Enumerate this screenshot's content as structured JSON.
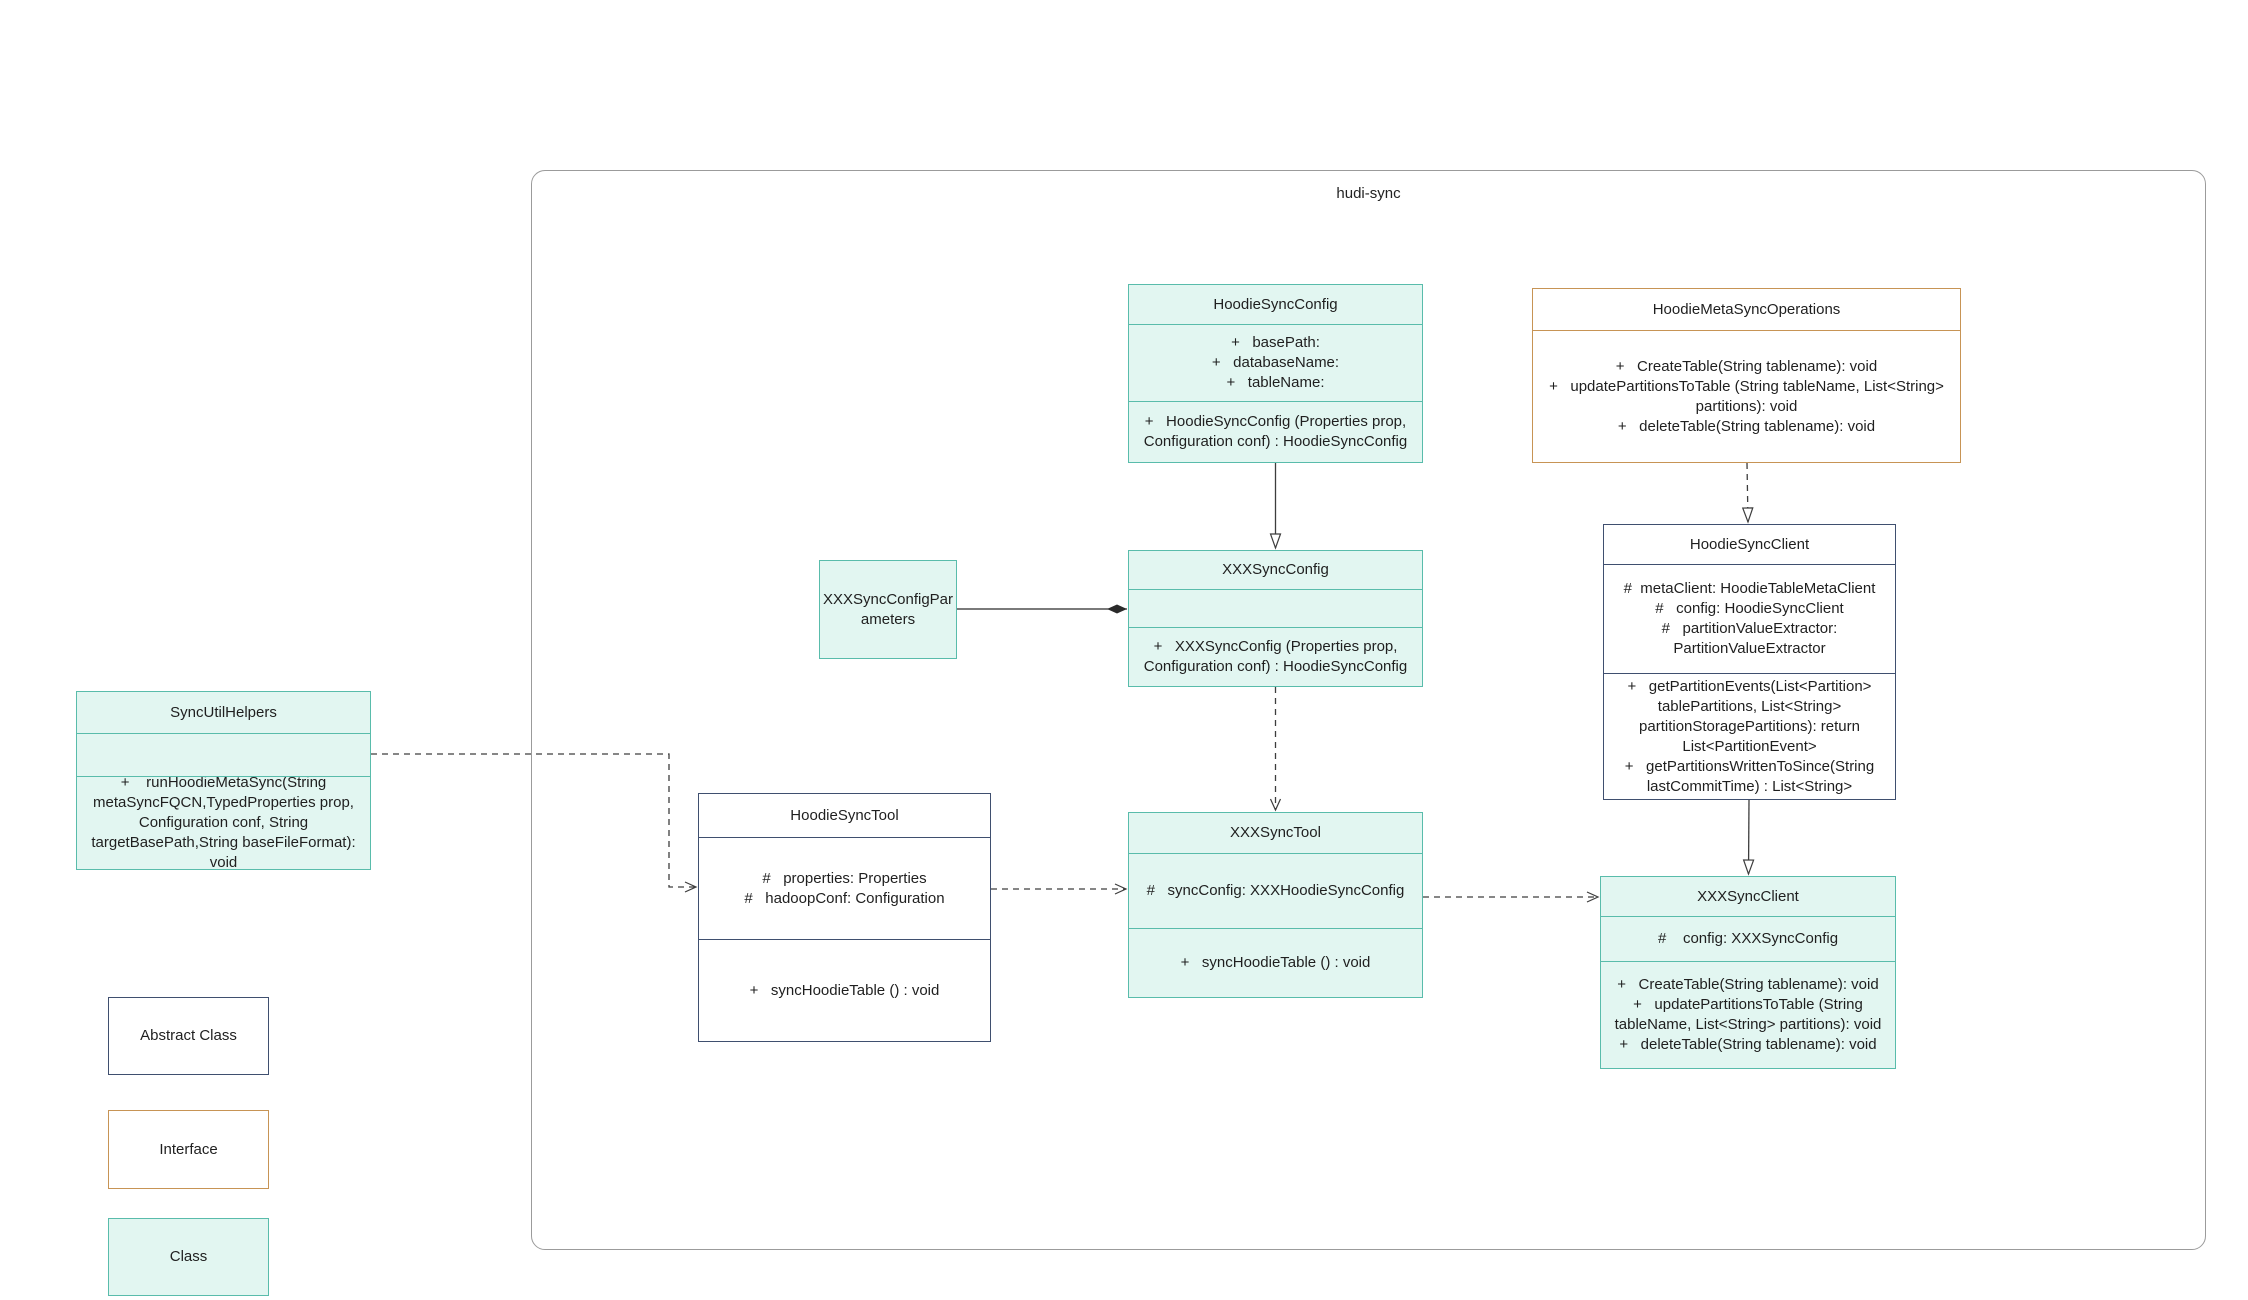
{
  "diagram_title": "hudi-sync",
  "classes": {
    "syncUtilHelpers": {
      "title": "SyncUtilHelpers",
      "methods": [
        "+    runHoodieMetaSync(String metaSyncFQCN,TypedProperties prop, Configuration conf, String targetBasePath,String baseFileFormat): void"
      ]
    },
    "hoodieSyncConfig": {
      "title": "HoodieSyncConfig",
      "attributes": [
        "+   basePath:",
        "+   databaseName:",
        "+   tableName:"
      ],
      "methods": [
        "+   HoodieSyncConfig (Properties prop, Configuration conf) : HoodieSyncConfig"
      ]
    },
    "hoodieMetaSyncOperations": {
      "title": "HoodieMetaSyncOperations",
      "methods": [
        "+   CreateTable(String tablename): void",
        "+   updatePartitionsToTable (String tableName, List<String> partitions): void",
        "+   deleteTable(String tablename): void"
      ]
    },
    "xxxSyncConfigParameters": {
      "title": "XXXSyncConfigPar\nameters"
    },
    "xxxSyncConfig": {
      "title": "XXXSyncConfig",
      "methods": [
        "+   XXXSyncConfig (Properties prop, Configuration conf) : HoodieSyncConfig"
      ]
    },
    "hoodieSyncClient": {
      "title": "HoodieSyncClient",
      "attributes": [
        "#  metaClient: HoodieTableMetaClient",
        "#   config: HoodieSyncClient",
        "#   partitionValueExtractor: PartitionValueExtractor"
      ],
      "methods": [
        "+   getPartitionEvents(List<Partition> tablePartitions, List<String> partitionStoragePartitions): return List<PartitionEvent>",
        "+   getPartitionsWrittenToSince(String lastCommitTime) : List<String>"
      ]
    },
    "hoodieSyncTool": {
      "title": "HoodieSyncTool",
      "attributes": [
        "#   properties: Properties",
        "#   hadoopConf: Configuration"
      ],
      "methods": [
        "+   syncHoodieTable () : void"
      ]
    },
    "xxxSyncTool": {
      "title": "XXXSyncTool",
      "attributes": [
        "#   syncConfig: XXXHoodieSyncConfig"
      ],
      "methods": [
        "+   syncHoodieTable () : void"
      ]
    },
    "xxxSyncClient": {
      "title": "XXXSyncClient",
      "attributes": [
        "#    config: XXXSyncConfig"
      ],
      "methods": [
        "+   CreateTable(String tablename): void",
        "+   updatePartitionsToTable (String tableName, List<String> partitions): void",
        "+   deleteTable(String tablename): void"
      ]
    }
  },
  "legend": {
    "abstract_class": "Abstract Class",
    "interface": "Interface",
    "class": "Class"
  },
  "colors": {
    "class_fill": "#e2f6f1",
    "class_border": "#59bcab",
    "abstract_border": "#3f4f6f",
    "interface_border": "#c79455",
    "container_border": "#9b9b9b",
    "connector": "#3d3d3d"
  }
}
